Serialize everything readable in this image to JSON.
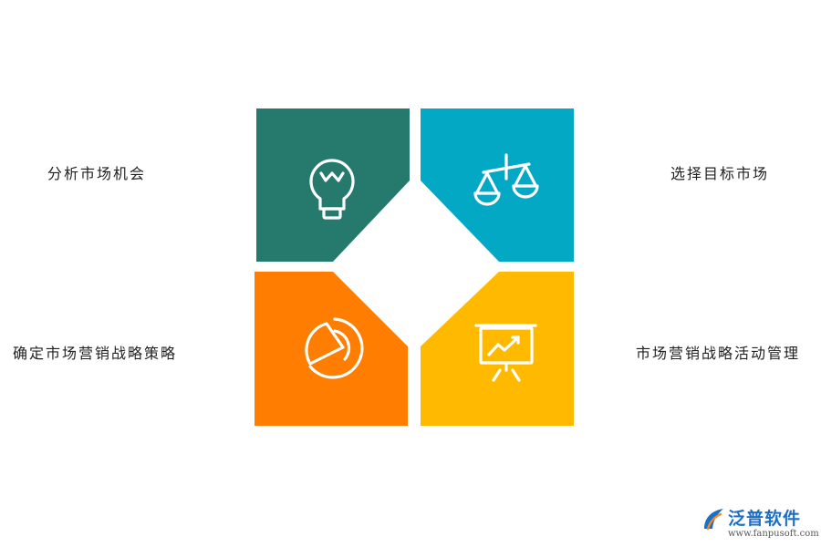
{
  "labels": {
    "top_left": "分析市场机会",
    "top_right": "选择目标市场",
    "bottom_left": "确定市场营销战略策略",
    "bottom_right": "市场营销战略活动管理"
  },
  "tiles": [
    {
      "id": "top-left",
      "color": "#267a6d",
      "icon": "lightbulb-icon"
    },
    {
      "id": "top-right",
      "color": "#03a9c4",
      "icon": "balance-scale-icon"
    },
    {
      "id": "bottom-left",
      "color": "#ff7d00",
      "icon": "pie-chart-icon"
    },
    {
      "id": "bottom-right",
      "color": "#ffba00",
      "icon": "presentation-chart-icon"
    }
  ],
  "watermark": {
    "brand": "泛普软件",
    "url": "www.fanpusoft.com"
  }
}
